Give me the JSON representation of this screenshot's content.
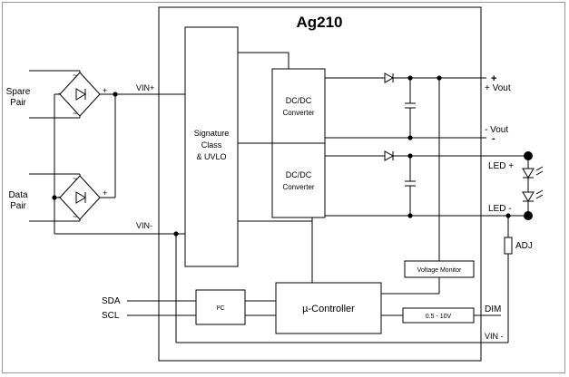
{
  "title": "Ag210",
  "inputs": {
    "spare_pair": [
      "Spare",
      "Pair"
    ],
    "data_pair": [
      "Data",
      "Pair"
    ],
    "tilde": "~",
    "minus": "-",
    "plus": "+"
  },
  "rails": {
    "vin_plus": "VIN+",
    "vin_minus_left": "VIN-",
    "vin_minus_right": "VIN -"
  },
  "blocks": {
    "signature": [
      "Signature",
      "Class",
      "& UVLO"
    ],
    "dcdc_top": [
      "DC/DC",
      "Converter"
    ],
    "dcdc_bottom": [
      "DC/DC",
      "Converter"
    ],
    "i2c": "I²C",
    "controller": "µ-Controller",
    "voltage_monitor": "Voltage Monitor",
    "dim_range": "0.5 - 10V"
  },
  "outputs": {
    "vout_plus_sign": "+",
    "vout_plus": "+ Vout",
    "vout_minus_sign": "-",
    "vout_minus": "- Vout",
    "led_plus": "LED +",
    "led_minus": "LED -",
    "adj": "ADJ",
    "dim": "DIM"
  },
  "bus": {
    "sda": "SDA",
    "scl": "SCL"
  }
}
